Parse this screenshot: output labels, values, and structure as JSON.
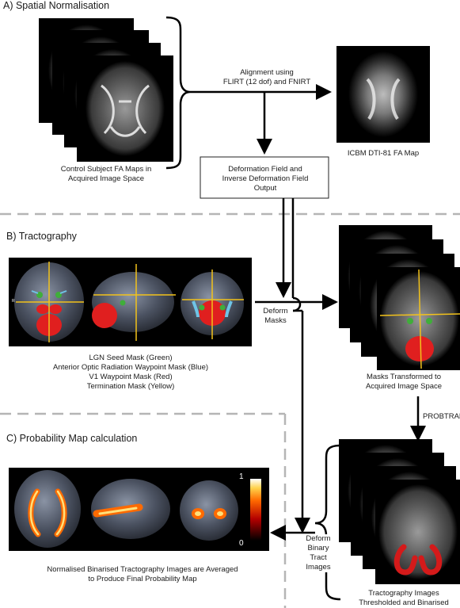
{
  "sections": {
    "a_title": "A) Spatial Normalisation",
    "b_title": "B) Tractography",
    "c_title": "C) Probability Map calculation"
  },
  "labels": {
    "control_fa": [
      "Control Subject FA Maps in",
      "Acquired Image Space"
    ],
    "alignment": [
      "Alignment using",
      "FLIRT (12 dof) and FNIRT"
    ],
    "icbm": "ICBM DTI-81 FA Map",
    "deformation_box": [
      "Deformation Field and",
      "Inverse Deformation Field",
      "Output"
    ],
    "masks_list": [
      "LGN Seed Mask (Green)",
      "Anterior Optic Radiation Waypoint Mask (Blue)",
      "V1 Waypoint Mask (Red)",
      "Termination Mask (Yellow)"
    ],
    "deform_masks": [
      "Deform",
      "Masks"
    ],
    "masks_transformed": [
      "Masks Transformed to",
      "Acquired Image Space"
    ],
    "probtrakx": "PROBTRAKX",
    "deform_binary": [
      "Deform",
      "Binary",
      "Tract",
      "Images"
    ],
    "normalised": [
      "Normalised Binarised Tractography Images are Averaged",
      "to Produce Final Probability Map"
    ],
    "tracto_thresholded": [
      "Tractography Images",
      "Thresholded and Binarised"
    ],
    "colorbar_max": "1",
    "colorbar_min": "0",
    "r_marker": "R"
  },
  "colors": {
    "seed_green": "#3fae3a",
    "waypoint_blue": "#6fc4e6",
    "v1_red": "#e01f1f",
    "termination_yellow": "#f2c21b",
    "dashed_divider": "#b5b5b5"
  }
}
